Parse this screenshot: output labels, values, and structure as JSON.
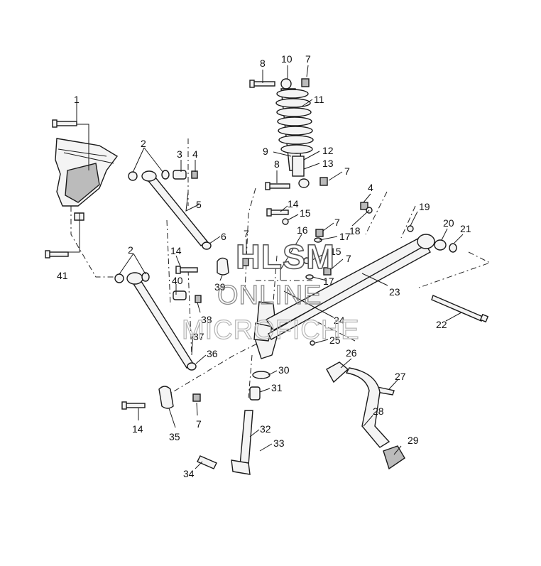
{
  "diagram": {
    "callouts": [
      {
        "n": "1"
      },
      {
        "n": "2"
      },
      {
        "n": "3"
      },
      {
        "n": "4"
      },
      {
        "n": "5"
      },
      {
        "n": "6"
      },
      {
        "n": "7"
      },
      {
        "n": "8"
      },
      {
        "n": "10"
      },
      {
        "n": "7"
      },
      {
        "n": "11"
      },
      {
        "n": "9"
      },
      {
        "n": "12"
      },
      {
        "n": "13"
      },
      {
        "n": "8"
      },
      {
        "n": "7"
      },
      {
        "n": "4"
      },
      {
        "n": "14"
      },
      {
        "n": "15"
      },
      {
        "n": "19"
      },
      {
        "n": "18"
      },
      {
        "n": "7"
      },
      {
        "n": "16"
      },
      {
        "n": "17"
      },
      {
        "n": "20"
      },
      {
        "n": "21"
      },
      {
        "n": "2"
      },
      {
        "n": "14"
      },
      {
        "n": "15"
      },
      {
        "n": "7"
      },
      {
        "n": "41"
      },
      {
        "n": "40"
      },
      {
        "n": "39"
      },
      {
        "n": "17"
      },
      {
        "n": "23"
      },
      {
        "n": "38"
      },
      {
        "n": "24"
      },
      {
        "n": "22"
      },
      {
        "n": "37"
      },
      {
        "n": "25"
      },
      {
        "n": "36"
      },
      {
        "n": "26"
      },
      {
        "n": "30"
      },
      {
        "n": "27"
      },
      {
        "n": "31"
      },
      {
        "n": "14"
      },
      {
        "n": "7"
      },
      {
        "n": "35"
      },
      {
        "n": "28"
      },
      {
        "n": "32"
      },
      {
        "n": "33"
      },
      {
        "n": "29"
      },
      {
        "n": "34"
      }
    ]
  },
  "watermark": {
    "line1": "HLSM",
    "line2": "ONLINE",
    "line3": "MICROFICHE"
  }
}
